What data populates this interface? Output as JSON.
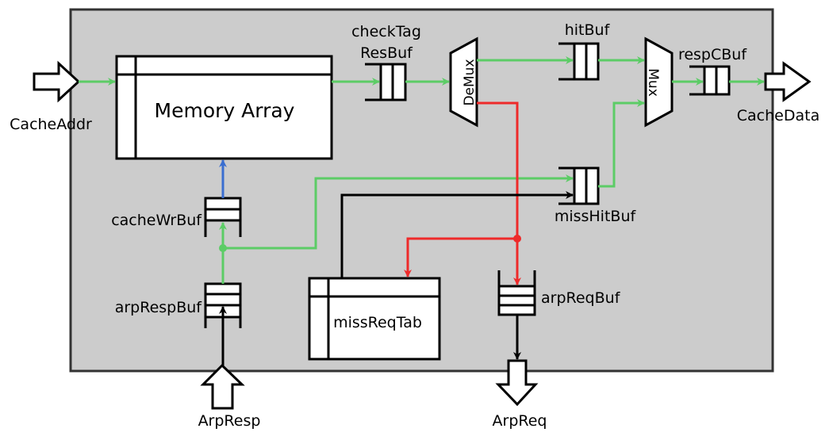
{
  "diagram": {
    "colors": {
      "background": "#cccccc",
      "hit_path": "#5ccc66",
      "miss_path": "#ee2a2a",
      "write_path": "#3a6ed0",
      "control_path": "#000000",
      "block_fill": "#ffffff"
    },
    "ports": {
      "cache_addr": "CacheAddr",
      "cache_data": "CacheData",
      "arp_resp": "ArpResp",
      "arp_req": "ArpReq"
    },
    "blocks": {
      "memory_array": "Memory Array",
      "miss_req_tab": "missReqTab",
      "demux": "DeMux",
      "mux": "Mux"
    },
    "buffers": {
      "check_tag_res_buf_line1": "checkTag",
      "check_tag_res_buf_line2": "ResBuf",
      "hit_buf": "hitBuf",
      "resp_c_buf": "respCBuf",
      "miss_hit_buf": "missHitBuf",
      "cache_wr_buf": "cacheWrBuf",
      "arp_resp_buf": "arpRespBuf",
      "arp_req_buf": "arpReqBuf"
    }
  }
}
